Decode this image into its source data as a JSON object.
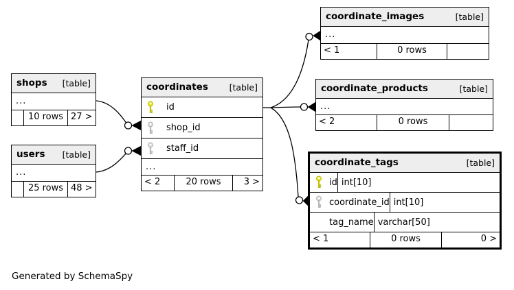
{
  "note": "Generated by SchemaSpy",
  "colors": {
    "primary_key": "#e4e40a",
    "foreign_key": "#d6d6d6",
    "header_bg": "#eeeeee",
    "border": "#000000",
    "bold_table_border": "#000000"
  },
  "tables": {
    "shops": {
      "name": "shops",
      "badge": "[table]",
      "ellipsis": "...",
      "footer": {
        "left": "",
        "center": "10 rows",
        "right": "27 >"
      }
    },
    "users": {
      "name": "users",
      "badge": "[table]",
      "ellipsis": "...",
      "footer": {
        "left": "",
        "center": "25 rows",
        "right": "48 >"
      }
    },
    "coordinates": {
      "name": "coordinates",
      "badge": "[table]",
      "ellipsis": "...",
      "columns": [
        {
          "name": "id",
          "key": "primary"
        },
        {
          "name": "shop_id",
          "key": "foreign"
        },
        {
          "name": "staff_id",
          "key": "foreign"
        }
      ],
      "footer": {
        "left": "< 2",
        "center": "20 rows",
        "right": "3 >"
      }
    },
    "coordinate_images": {
      "name": "coordinate_images",
      "badge": "[table]",
      "ellipsis": "...",
      "footer": {
        "left": "< 1",
        "center": "0 rows",
        "right": ""
      }
    },
    "coordinate_products": {
      "name": "coordinate_products",
      "badge": "[table]",
      "ellipsis": "...",
      "footer": {
        "left": "< 2",
        "center": "0 rows",
        "right": ""
      }
    },
    "coordinate_tags": {
      "name": "coordinate_tags",
      "badge": "[table]",
      "columns": [
        {
          "name": "id",
          "type": "int[10]",
          "key": "primary"
        },
        {
          "name": "coordinate_id",
          "type": "int[10]",
          "key": "foreign"
        },
        {
          "name": "tag_name",
          "type": "varchar[50]",
          "key": "none"
        }
      ],
      "footer": {
        "left": "< 1",
        "center": "0 rows",
        "right": "0 >"
      }
    }
  },
  "relationships": [
    {
      "from": "shops",
      "to": "coordinates.shop_id"
    },
    {
      "from": "users",
      "to": "coordinates.staff_id"
    },
    {
      "from": "coordinates.id",
      "to": "coordinate_images"
    },
    {
      "from": "coordinates.id",
      "to": "coordinate_products"
    },
    {
      "from": "coordinates.id",
      "to": "coordinate_tags.coordinate_id"
    }
  ]
}
